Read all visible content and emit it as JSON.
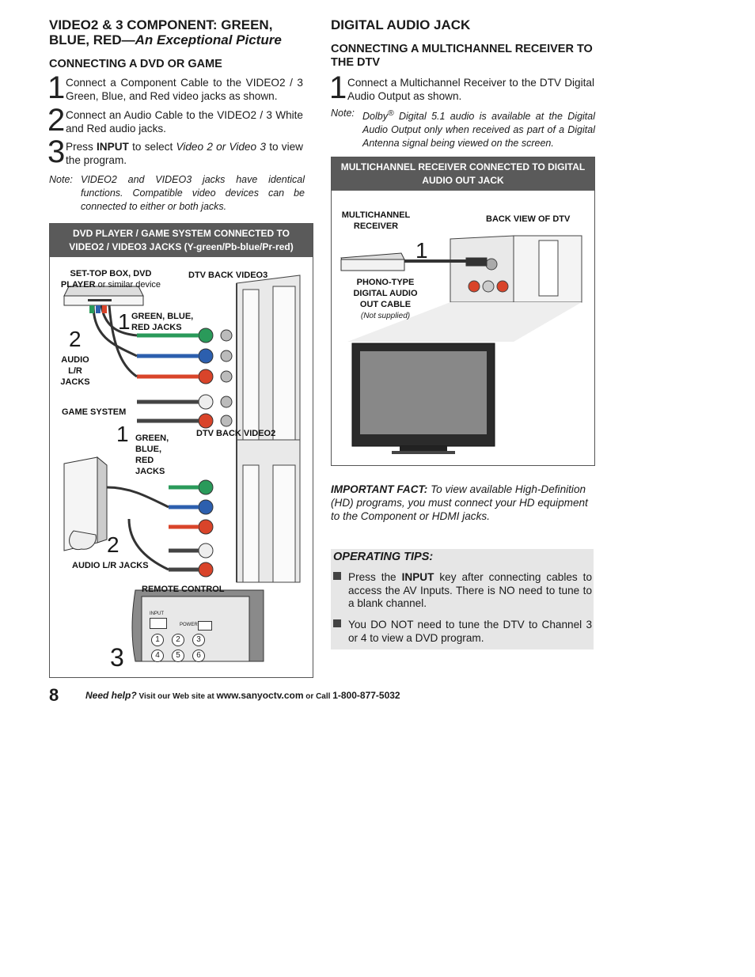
{
  "left": {
    "title_main": "VIDEO2 & 3 COMPONENT: GREEN, BLUE, RED—",
    "title_italic": "An Exceptional Picture",
    "subhead": "CONNECTING A DVD OR GAME",
    "steps": [
      {
        "num": "1",
        "text": "Connect a Component Cable to the VIDEO2 / 3 Green, Blue, and Red video jacks as shown."
      },
      {
        "num": "2",
        "text": "Connect an Audio Cable to the VIDEO2 / 3 White and Red audio jacks."
      },
      {
        "num": "3",
        "pre": "Press ",
        "bold": "INPUT",
        "mid": " to select ",
        "ital": "Video 2 or Video 3",
        "post": " to view the program."
      }
    ],
    "note_label": "Note:",
    "note_text": "VIDEO2 and VIDEO3 jacks have identical functions. Compatible video devices can be connected to either or both jacks.",
    "diagram": {
      "header": "DVD PLAYER / GAME SYSTEM CONNECTED TO VIDEO2 / VIDEO3 JACKS (Y-green/Pb-blue/Pr-red)",
      "settop_bold": "SET-TOP BOX, DVD",
      "settop_bold2": "PLAYER",
      "settop_normal": " or similar device",
      "dtv_back_video3": "DTV BACK VIDEO3",
      "green_blue_red_jacks": "GREEN, BLUE, RED JACKS",
      "audio_lr_jacks": "AUDIO L/R JACKS",
      "game_system": "GAME SYSTEM",
      "dtv_back_video2": "DTV BACK VIDEO2",
      "green_blue_red_jacks2": "GREEN, BLUE, RED JACKS",
      "audio_lr_jacks2": "AUDIO L/R JACKS",
      "remote_control": "REMOTE CONTROL",
      "callout_1a": "1",
      "callout_2a": "2",
      "callout_1b": "1",
      "callout_2b": "2",
      "callout_3": "3",
      "remote_input": "INPUT",
      "remote_power": "POWER",
      "remote_keys": [
        "1",
        "2",
        "3",
        "4",
        "5",
        "6"
      ]
    }
  },
  "right": {
    "title": "DIGITAL AUDIO JACK",
    "subhead": "CONNECTING A MULTICHANNEL RECEIVER TO THE DTV",
    "step1": {
      "num": "1",
      "text": "Connect a Multichannel Receiver to the DTV Digital Audio Output as shown."
    },
    "note_label": "Note:",
    "note_text_a": "Dolby",
    "note_sup": "®",
    "note_text_b": " Digital 5.1 audio is available at the Digital Audio Output only when received as part of a Digital Antenna signal being viewed on the screen.",
    "diagram": {
      "header": "MULTICHANNEL RECEIVER CONNECTED TO DIGITAL AUDIO OUT JACK",
      "receiver": "MULTICHANNEL RECEIVER",
      "back_view": "BACK VIEW OF DTV",
      "cable": "PHONO-TYPE DIGITAL AUDIO OUT CABLE",
      "not_supplied": "(Not supplied)",
      "callout_1": "1"
    },
    "important_label": "IMPORTANT FACT:",
    "important_text": " To view available High-Definition (HD) programs, you must connect your HD equipment to the Component or HDMI jacks.",
    "tips_title": "OPERATING TIPS:",
    "tip1_pre": "Press the ",
    "tip1_bold": "INPUT",
    "tip1_post": " key after connecting cables to access the AV Inputs. There is NO need to tune to a blank channel.",
    "tip2": "You DO NOT need to tune the DTV to Channel 3 or 4 to view a DVD program."
  },
  "footer": {
    "page": "8",
    "need_help": "Need help?",
    "visit": " Visit our Web site at ",
    "url": "www.sanyoctv.com",
    "or_call": " or Call ",
    "phone": "1-800-877-5032"
  }
}
